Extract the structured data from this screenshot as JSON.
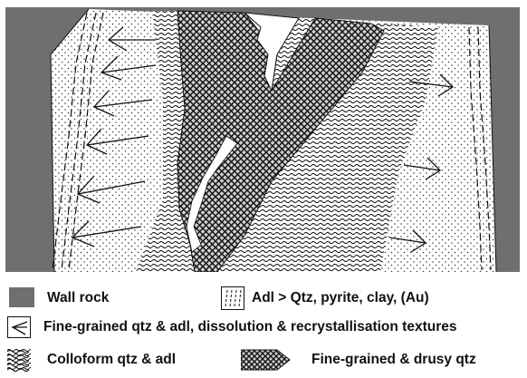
{
  "legend": {
    "wall_rock": "Wall rock",
    "adularia_zone": "Adl > Qtz, pyrite, clay, (Au)",
    "fine_grained_adl": "Fine-grained qtz & adl, dissolution & recrystallisation textures",
    "colloform": "Colloform qtz & adl",
    "drusy": "Fine-grained & drusy qtz"
  },
  "colors": {
    "wall_rock": "#6f6f6f",
    "ink": "#111111",
    "paper": "#ffffff"
  }
}
